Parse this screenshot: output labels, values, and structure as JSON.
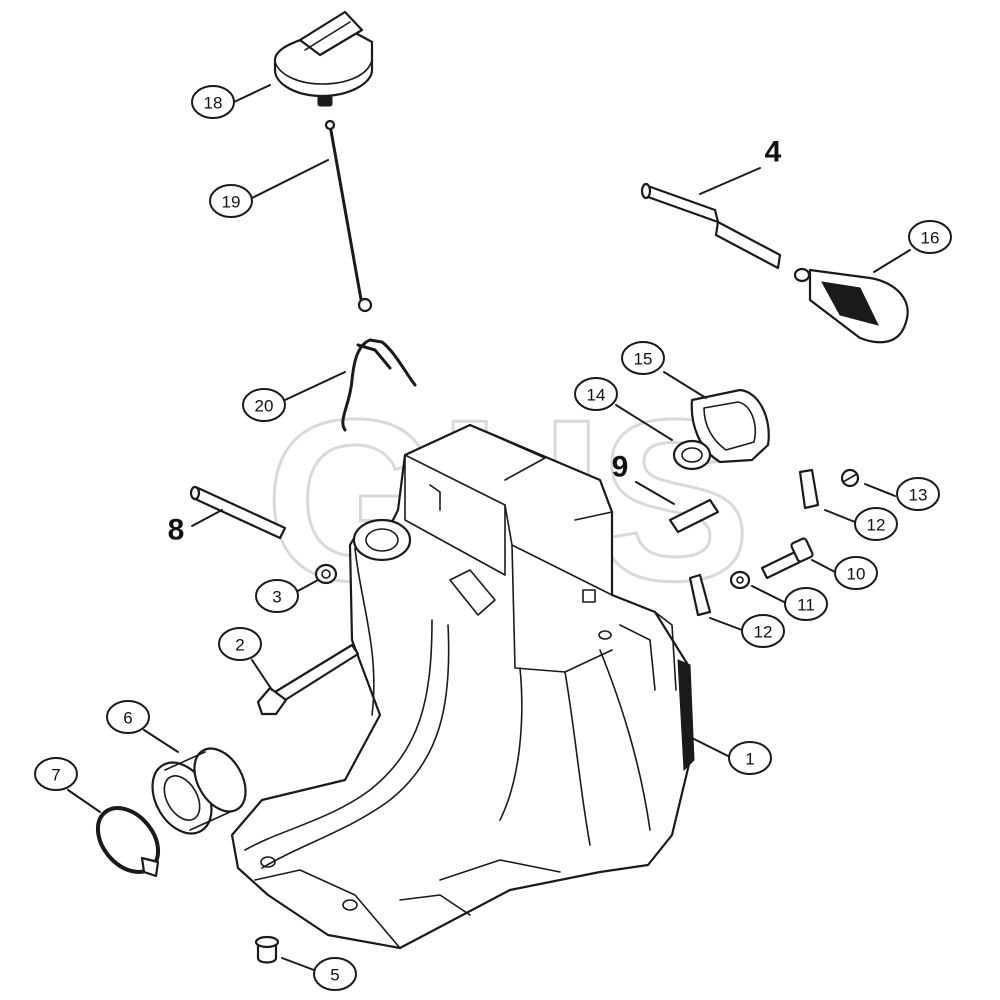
{
  "watermark": "GHS",
  "callouts": [
    {
      "id": "c18",
      "label": "18"
    },
    {
      "id": "c19",
      "label": "19"
    },
    {
      "id": "c20",
      "label": "20"
    },
    {
      "id": "c16",
      "label": "16"
    },
    {
      "id": "c15",
      "label": "15"
    },
    {
      "id": "c14",
      "label": "14"
    },
    {
      "id": "c13",
      "label": "13"
    },
    {
      "id": "c12a",
      "label": "12"
    },
    {
      "id": "c10",
      "label": "10"
    },
    {
      "id": "c11",
      "label": "11"
    },
    {
      "id": "c12b",
      "label": "12"
    },
    {
      "id": "c3",
      "label": "3"
    },
    {
      "id": "c2",
      "label": "2"
    },
    {
      "id": "c6",
      "label": "6"
    },
    {
      "id": "c7",
      "label": "7"
    },
    {
      "id": "c1",
      "label": "1"
    },
    {
      "id": "c5",
      "label": "5"
    }
  ],
  "plain_labels": [
    {
      "id": "p4",
      "label": "4"
    },
    {
      "id": "p9",
      "label": "9"
    },
    {
      "id": "p8",
      "label": "8"
    }
  ]
}
